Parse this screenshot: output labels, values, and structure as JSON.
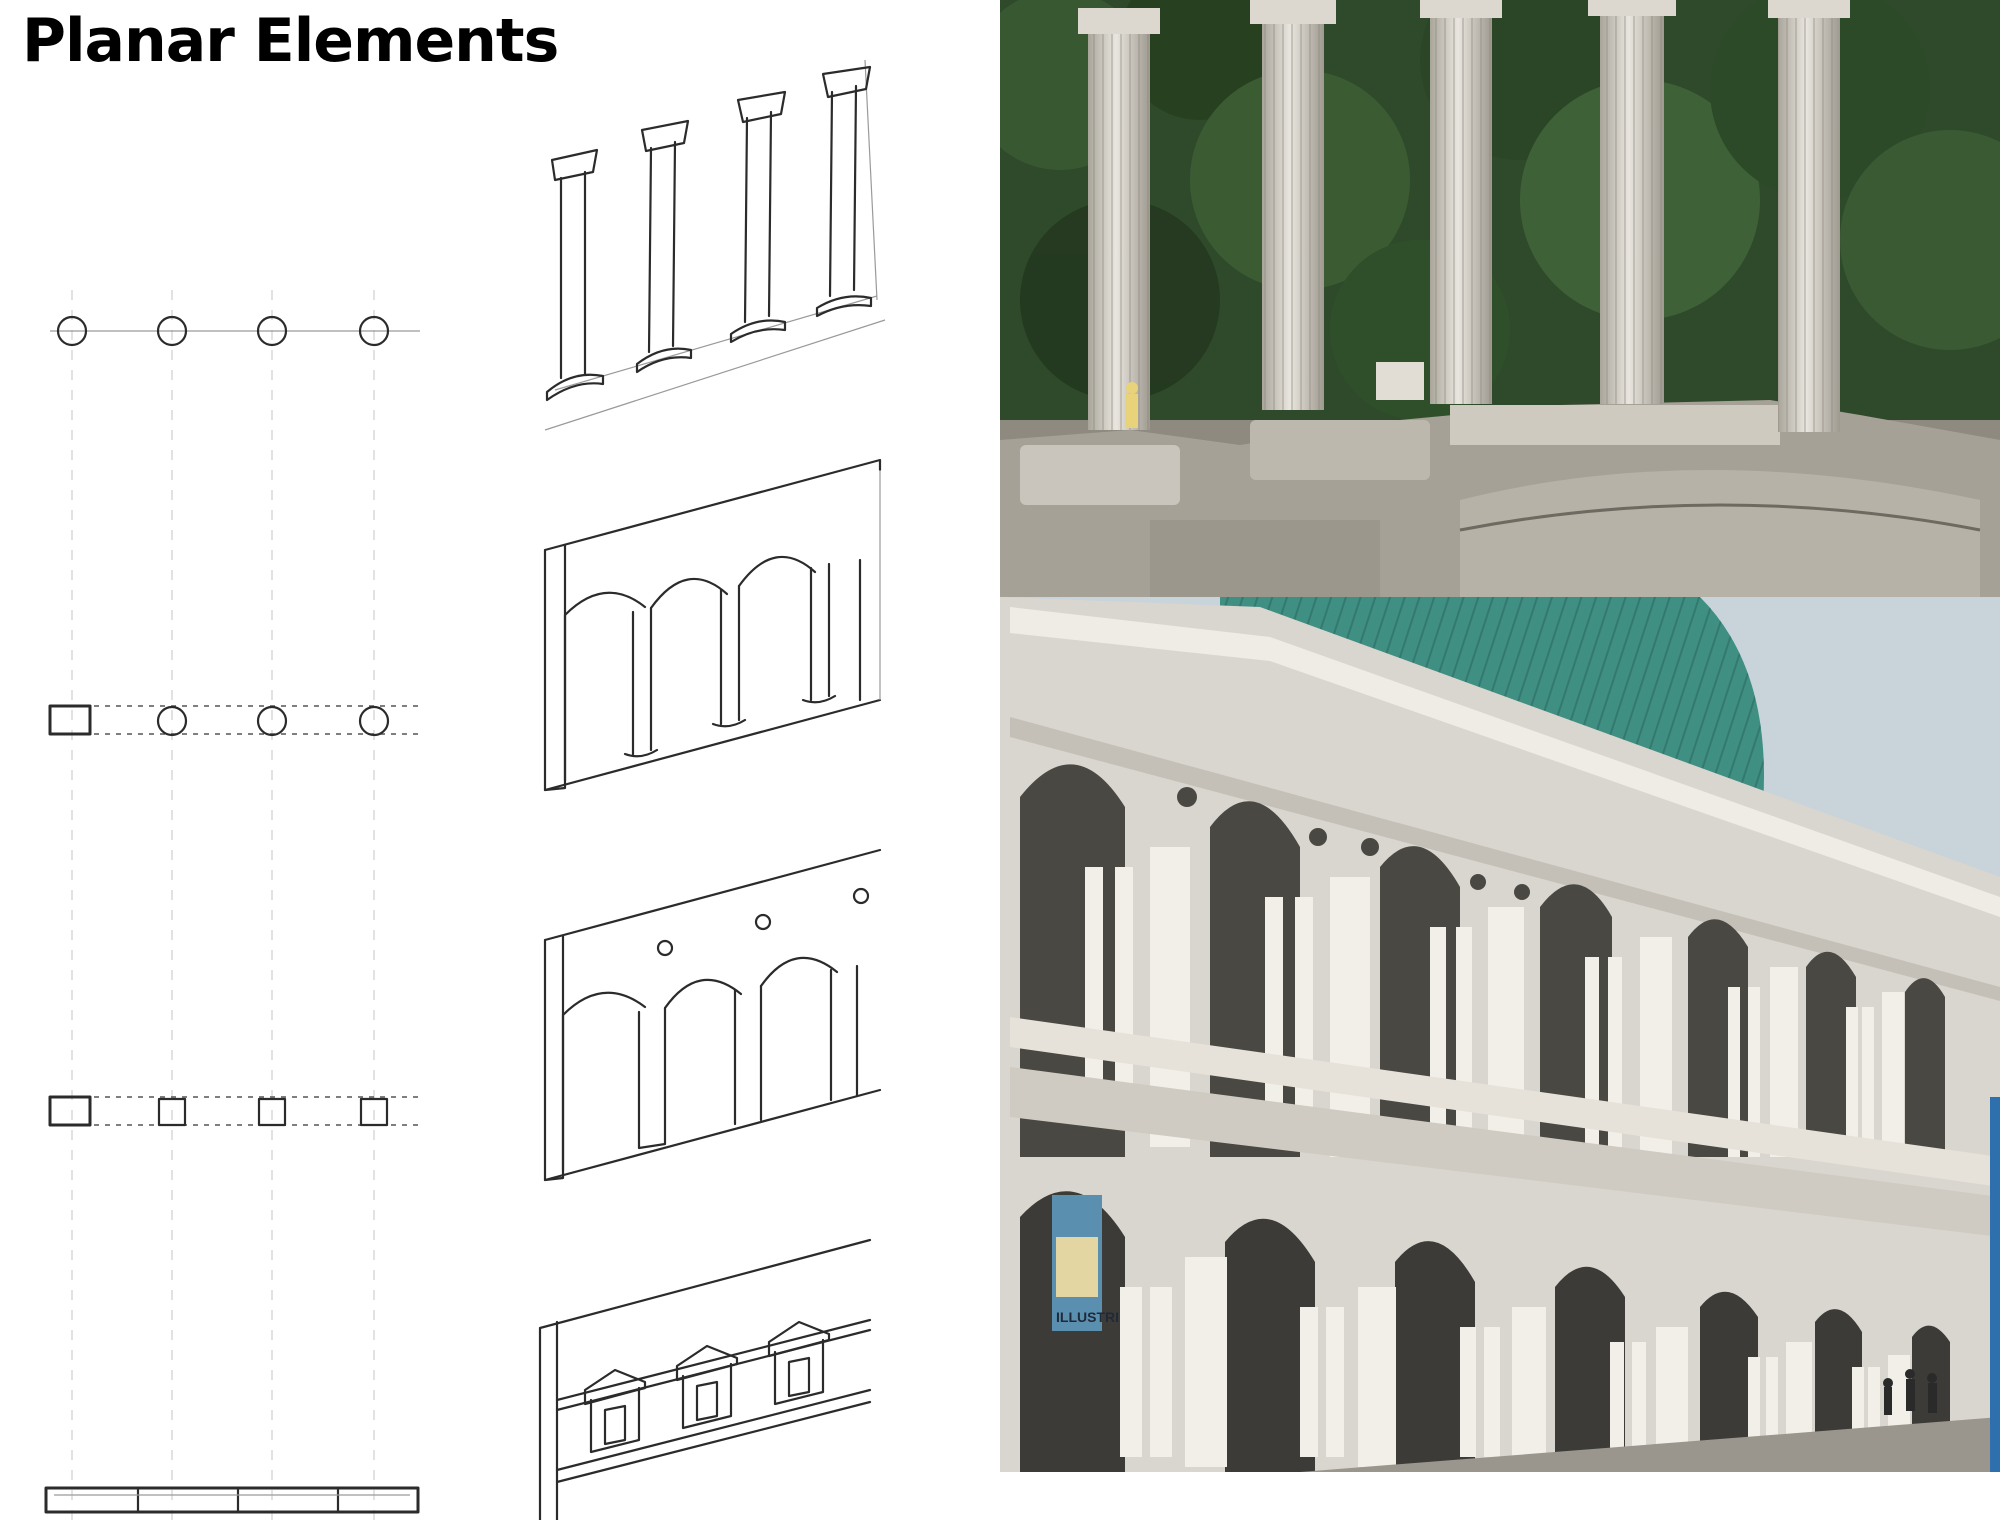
{
  "page": {
    "title": "Planar Elements"
  },
  "photos": {
    "top": {
      "subject": "ruined-greek-temple-columns"
    },
    "bottom": {
      "subject": "renaissance-arcaded-basilica",
      "banner_text": "ILLUSTRI"
    }
  },
  "colors": {
    "ink": "#2b2b2b",
    "foliage": "#2f4a2a",
    "stone": "#d9d6cf",
    "dome": "#3f8f83",
    "sky": "#c9d3da"
  }
}
